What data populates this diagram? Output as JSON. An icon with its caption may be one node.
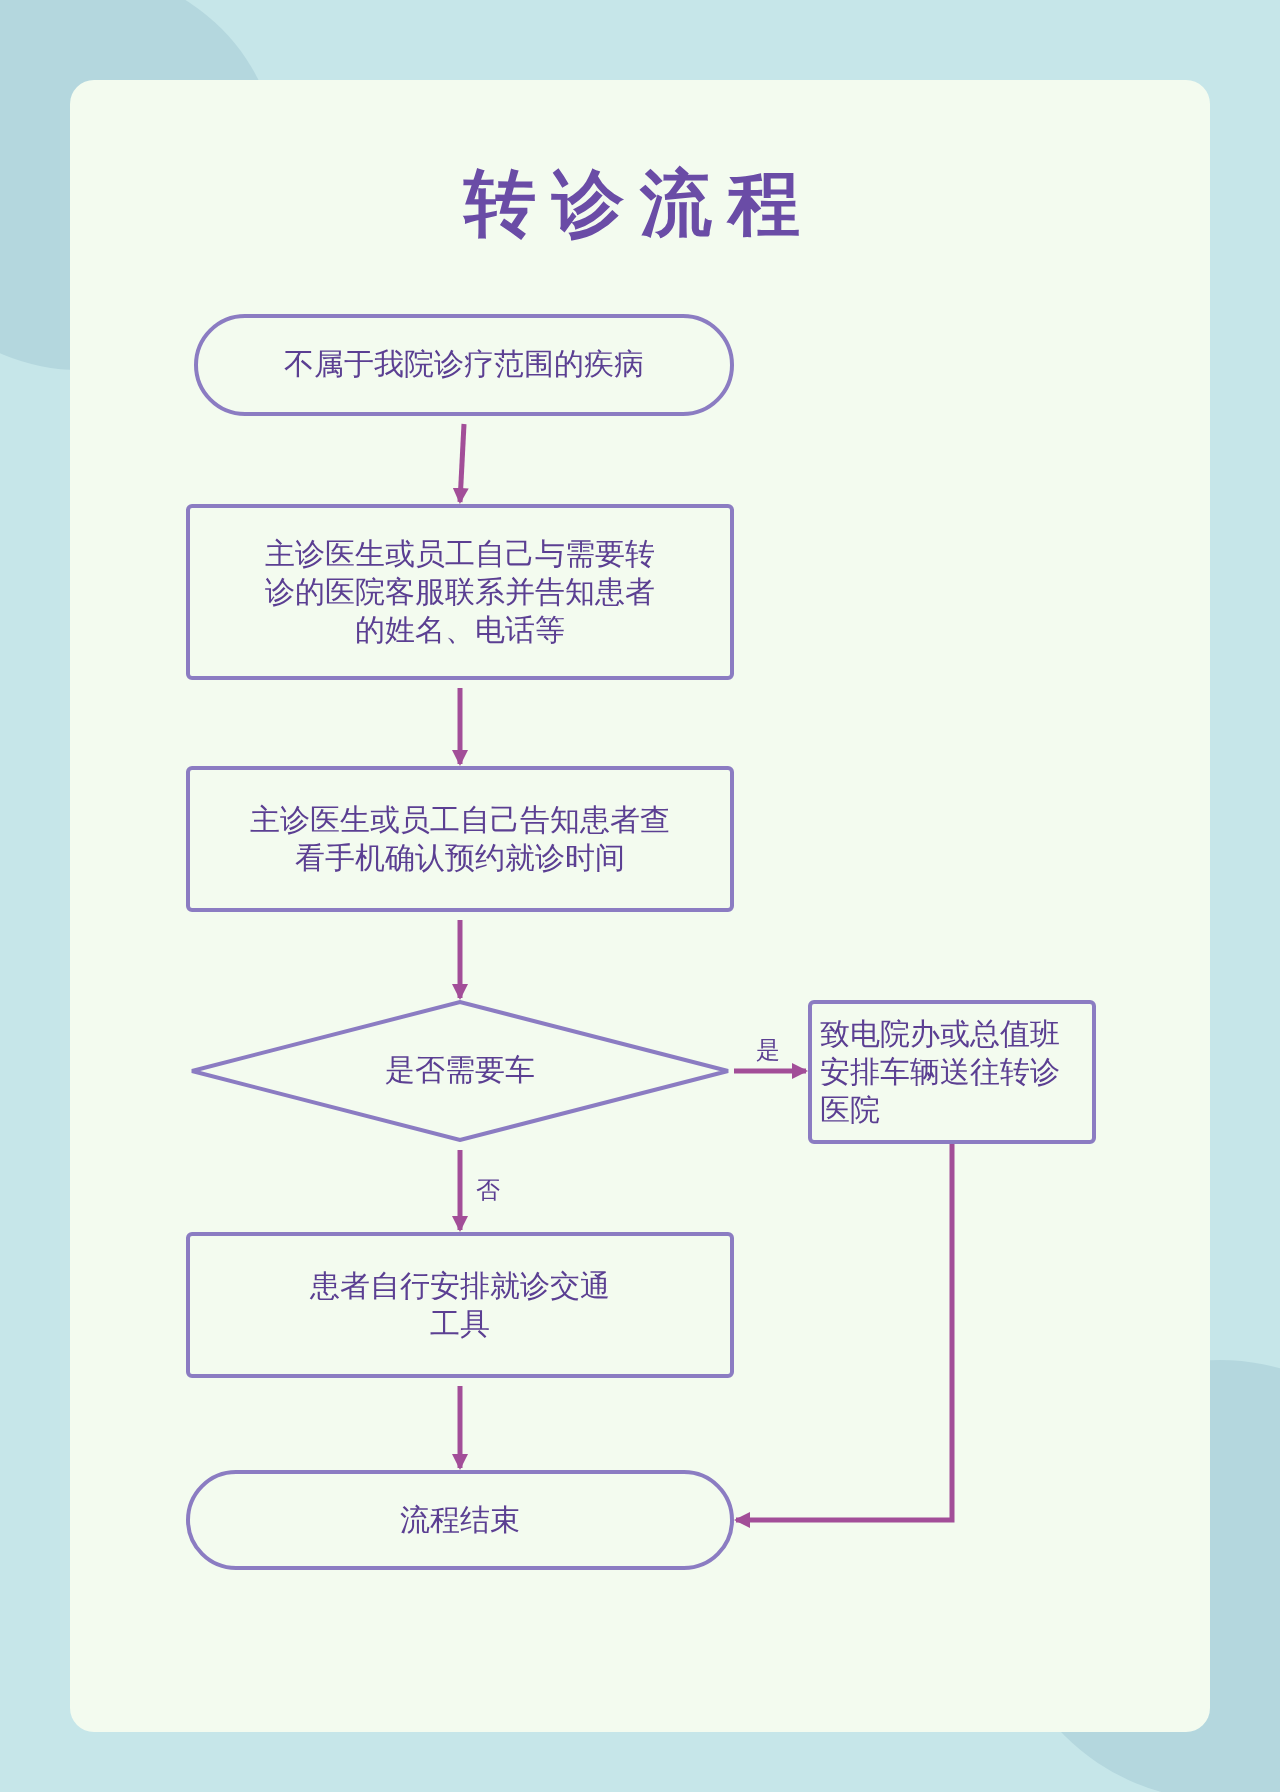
{
  "diagram": {
    "title": "转诊流程",
    "nodes": [
      {
        "text": [
          "不属于我院诊疗范围的疾病"
        ]
      },
      {
        "text": [
          "主诊医生或员工自己与需要转诊的医院客服联系并告知患者的姓名、电话等"
        ]
      },
      {
        "text": [
          "主诊医生或员工自己告知患者查看手机确认预约就诊时间"
        ]
      },
      {
        "text": [
          "是否需要车"
        ]
      },
      {
        "text": [
          "致电院办或总值班安排车辆送往转诊医院"
        ]
      },
      {
        "text": [
          "患者自行安排就诊交通工具"
        ]
      },
      {
        "text": [
          "流程结束"
        ]
      }
    ],
    "edges": [
      {
        "from": 0,
        "to": 1,
        "arrow": "to"
      },
      {
        "from": 1,
        "to": 2,
        "arrow": "to"
      },
      {
        "from": 2,
        "to": 3,
        "arrow": "to"
      },
      {
        "from": 3,
        "to": 4,
        "arrow": "to",
        "label": "是"
      },
      {
        "from": 3,
        "to": 5,
        "arrow": "to",
        "label": "否"
      },
      {
        "from": 5,
        "to": 6,
        "arrow": "to"
      },
      {
        "from": 4,
        "to": 6,
        "arrow": "to"
      }
    ]
  }
}
